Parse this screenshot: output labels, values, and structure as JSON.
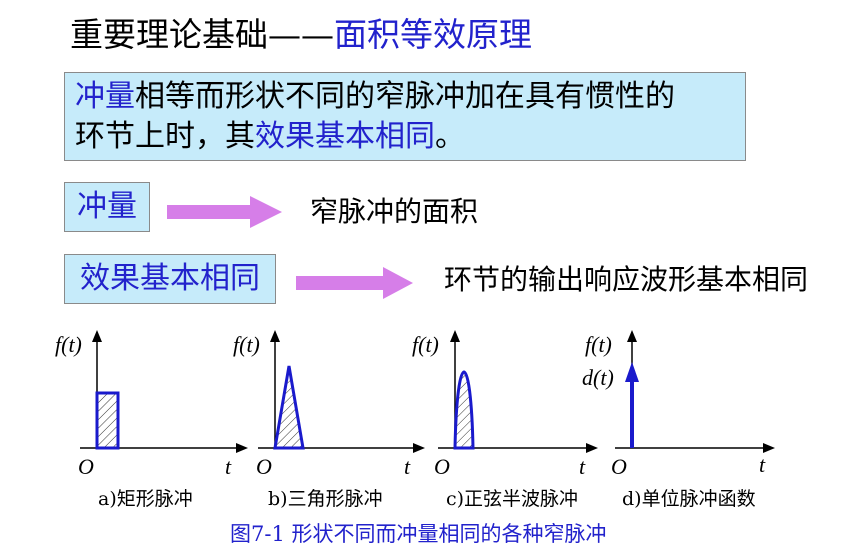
{
  "title": {
    "prefix": "重要理论基础——",
    "highlight": "面积等效原理"
  },
  "statement": {
    "part1": "冲量",
    "part2": "相等而形状不同的窄脉冲加在具有惯性的",
    "part3": "环节上时，其",
    "part4": "效果基本相同",
    "part5": "。"
  },
  "rows": [
    {
      "label": "冲量",
      "result": "窄脉冲的面积"
    },
    {
      "label": "效果基本相同",
      "result": "环节的输出响应波形基本相同"
    }
  ],
  "plots": {
    "y_axis_label": "f(t)",
    "x_axis_label": "t",
    "origin_label": "O",
    "delta_label": "d(t)",
    "captions": [
      "a)矩形脉冲",
      "b)三角形脉冲",
      "c)正弦半波脉冲",
      "d)单位脉冲函数"
    ]
  },
  "figure_caption": "图7-1  形状不同而冲量相同的各种窄脉冲",
  "colors": {
    "accent_blue": "#2222cc",
    "box_bg": "#c6ebfa",
    "arrow": "#d67ee8"
  }
}
